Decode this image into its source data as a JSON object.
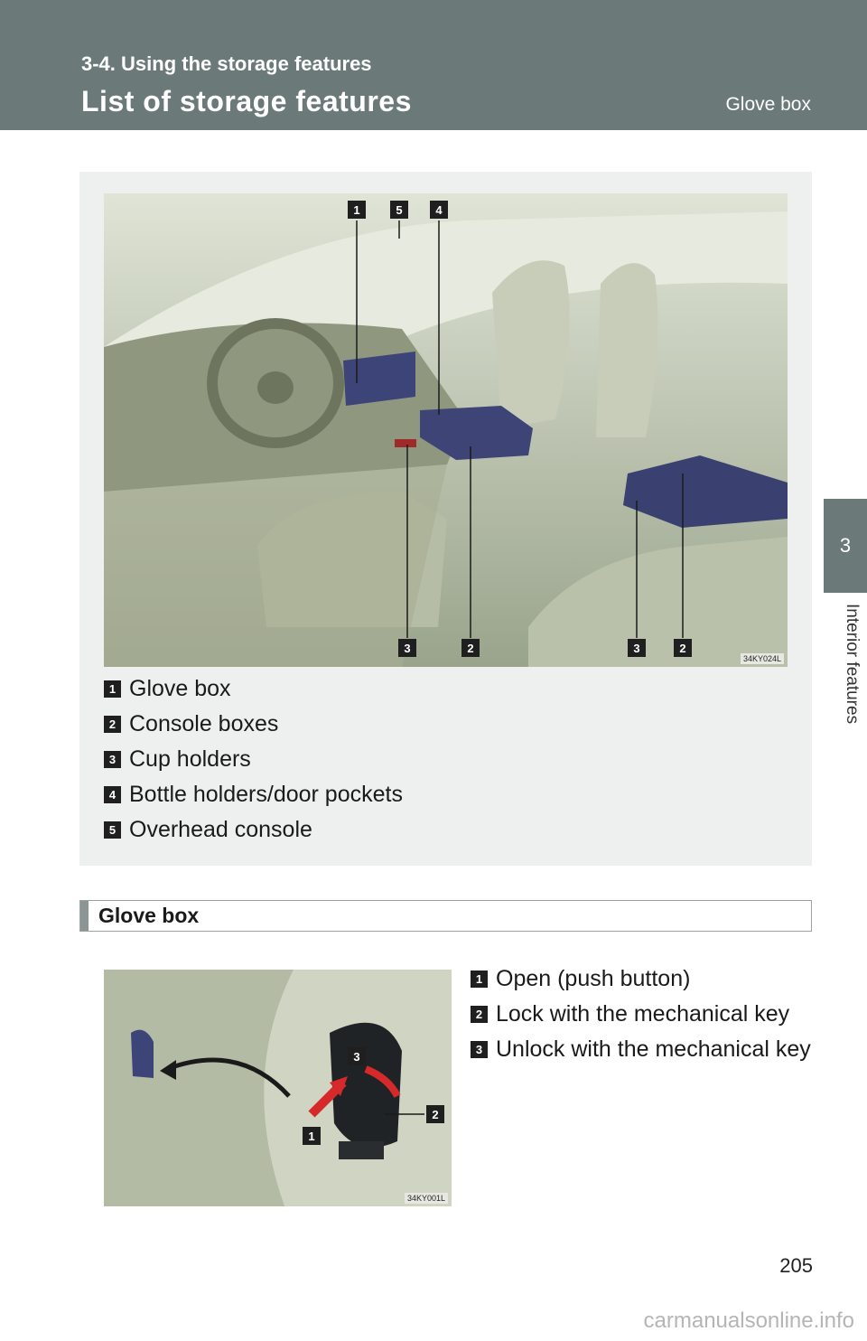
{
  "header": {
    "section": "3-4. Using the storage features",
    "title": "List of storage features",
    "right_label": "Glove box"
  },
  "side_tab": {
    "number": "3",
    "text": "Interior features"
  },
  "figure1": {
    "code": "34KY024L",
    "callouts": [
      "1",
      "5",
      "4",
      "3",
      "2",
      "3",
      "2"
    ]
  },
  "storage_list": [
    {
      "num": "1",
      "label": "Glove box"
    },
    {
      "num": "2",
      "label": "Console boxes"
    },
    {
      "num": "3",
      "label": "Cup holders"
    },
    {
      "num": "4",
      "label": "Bottle holders/door pockets"
    },
    {
      "num": "5",
      "label": "Overhead console"
    }
  ],
  "glove_box": {
    "title": "Glove box",
    "figure_code": "34KY001L",
    "callouts": [
      "3",
      "2",
      "1"
    ],
    "steps": [
      {
        "num": "1",
        "label": "Open (push button)"
      },
      {
        "num": "2",
        "label": "Lock with the mechanical key"
      },
      {
        "num": "3",
        "label": "Unlock with the mechanical key"
      }
    ]
  },
  "page_number": "205",
  "watermark": "carmanualsonline.info"
}
